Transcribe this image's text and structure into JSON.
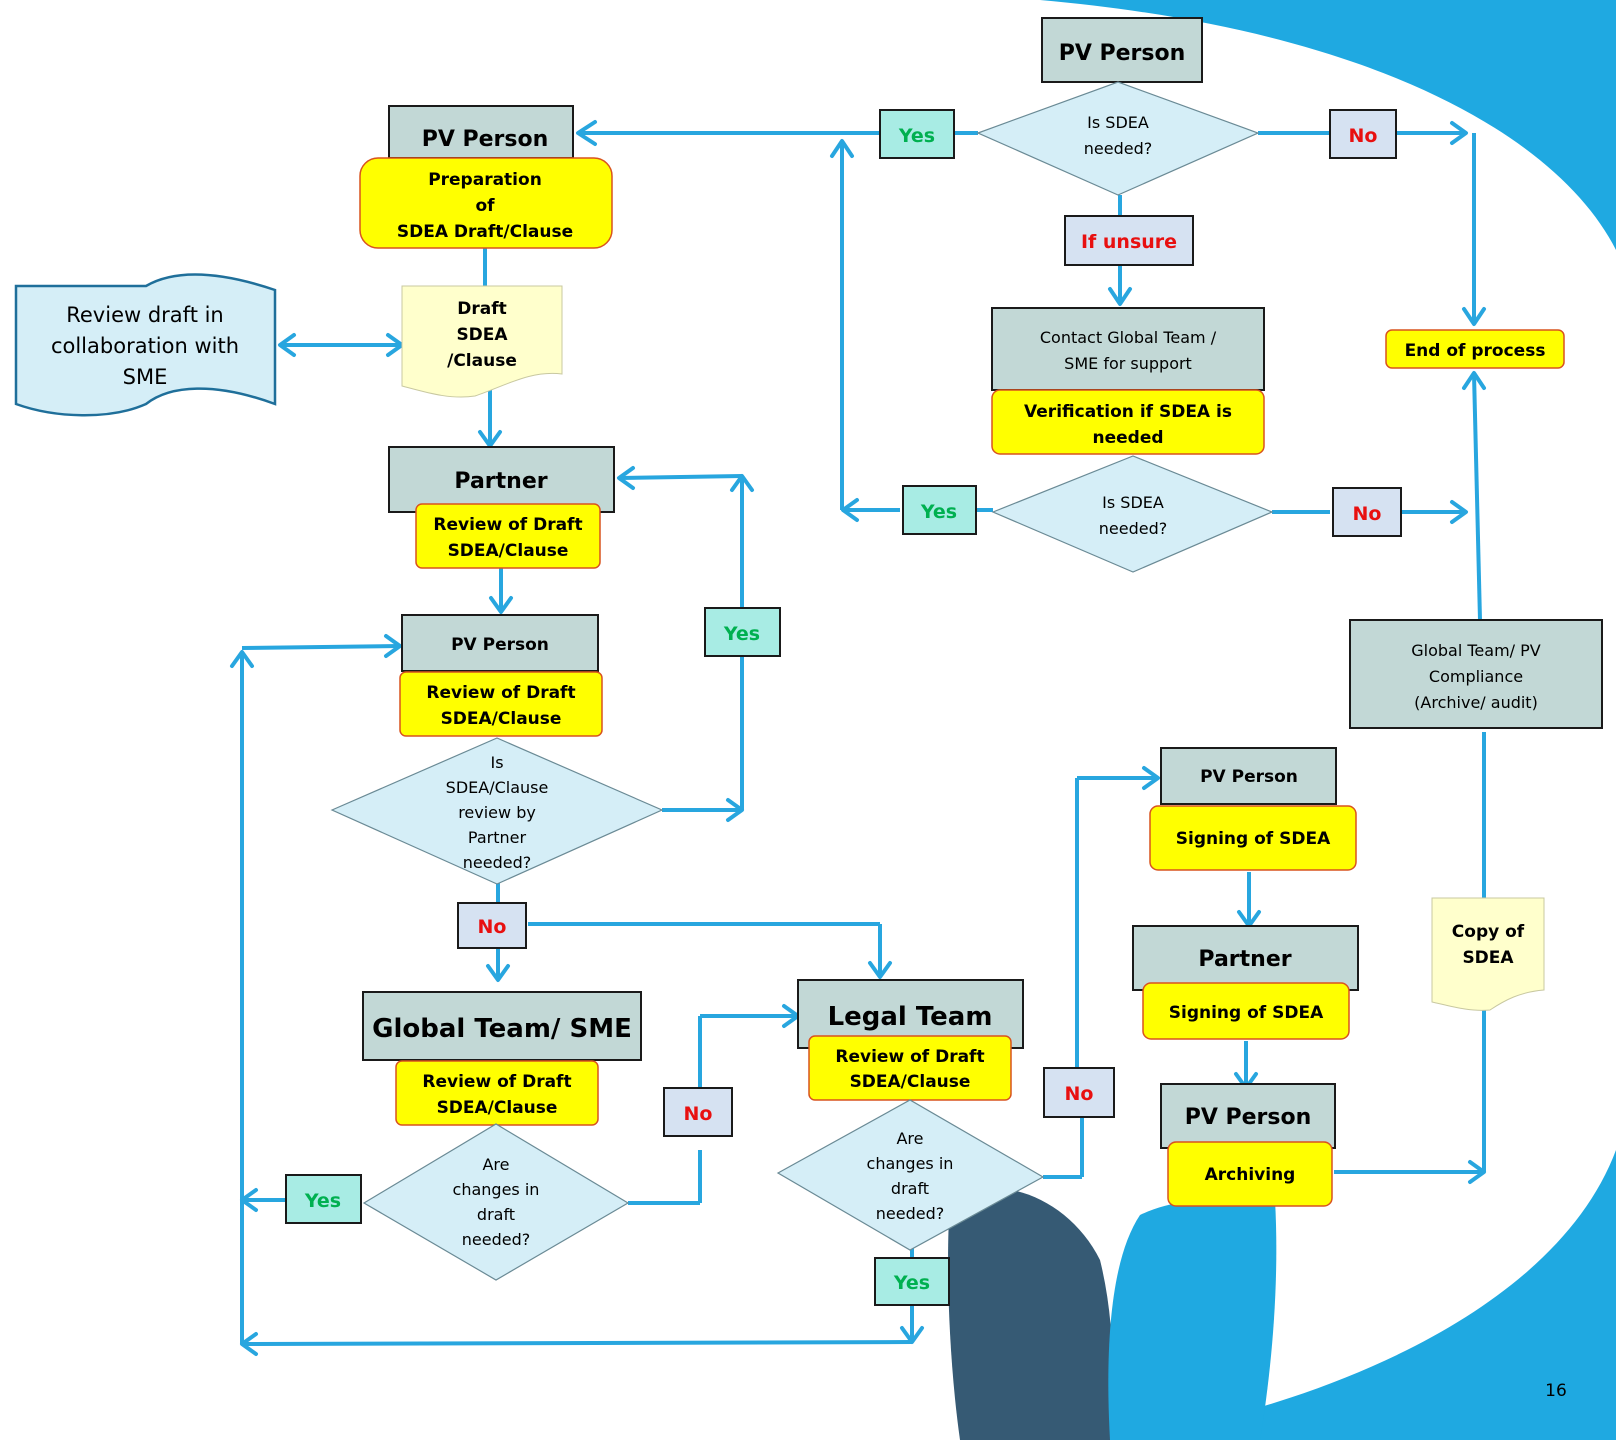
{
  "slide": {
    "page_number": "16"
  },
  "nodes": {
    "top_pv_person": "PV Person",
    "q_sdea_needed_1": [
      "Is SDEA",
      "needed?"
    ],
    "yes_top": "Yes",
    "no_top": "No",
    "if_unsure": "If unsure",
    "contact_global": [
      "Contact Global Team /",
      "SME for support"
    ],
    "verification": [
      "Verification if SDEA is",
      "needed"
    ],
    "q_sdea_needed_2": [
      "Is SDEA",
      "needed?"
    ],
    "yes_mid": "Yes",
    "no_mid": "No",
    "end_of_process": "End of process",
    "pv_person_prep": "PV Person",
    "preparation": [
      "Preparation",
      "of",
      "SDEA Draft/Clause"
    ],
    "draft_doc": [
      "Draft",
      "SDEA",
      "/Clause"
    ],
    "review_sme": [
      "Review draft in",
      "collaboration with",
      "SME"
    ],
    "partner_review_head": "Partner",
    "partner_review_box": [
      "Review of Draft",
      "SDEA/Clause"
    ],
    "pv_person_review_head": "PV Person",
    "pv_person_review_box": [
      "Review of Draft",
      "SDEA/Clause"
    ],
    "yes_partner": "Yes",
    "q_partner_review": [
      "Is",
      "SDEA/Clause",
      "review by",
      "Partner",
      "needed?"
    ],
    "no_partner": "No",
    "global_sme_head": "Global Team/ SME",
    "global_sme_box": [
      "Review of Draft",
      "SDEA/Clause"
    ],
    "q_changes_global": [
      "Are",
      "changes in",
      "draft",
      "needed?"
    ],
    "yes_global": "Yes",
    "no_global": "No",
    "legal_head": "Legal Team",
    "legal_box": [
      "Review of Draft",
      "SDEA/Clause"
    ],
    "q_changes_legal": [
      "Are",
      "changes in",
      "draft",
      "needed?"
    ],
    "yes_legal": "Yes",
    "no_legal": "No",
    "pv_sign_head": "PV Person",
    "pv_sign_box": "Signing of SDEA",
    "partner_sign_head": "Partner",
    "partner_sign_box": "Signing of SDEA",
    "pv_archive_head": "PV Person",
    "pv_archive_box": "Archiving",
    "global_compliance": [
      "Global  Team/ PV",
      "Compliance",
      "(Archive/ audit)"
    ],
    "copy_doc": [
      "Copy of",
      "SDEA"
    ]
  },
  "colors": {
    "connector": "#28a6df",
    "header_box": "#c2d8d6",
    "action_box": "#ffff00",
    "decision": "#d5eef7",
    "yes_text": "#00b050",
    "no_text": "#e81010",
    "background_arc": "#1fa9e1",
    "background_leaf_dark": "#365a74"
  }
}
